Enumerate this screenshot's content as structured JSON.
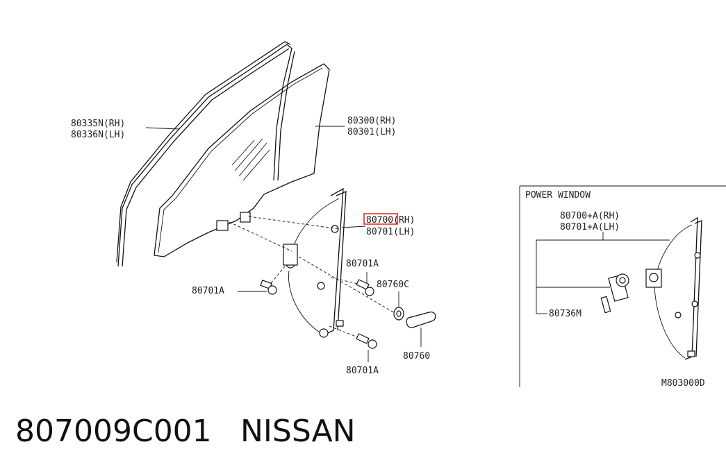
{
  "diagram": {
    "labels": {
      "weatherstrip_rh": "80335N(RH)",
      "weatherstrip_lh": "80336N(LH)",
      "glass_rh": "80300(RH)",
      "glass_lh": "80301(LH)",
      "regulator_rh": "80700(RH)",
      "regulator_lh": "80701(LH)",
      "bolt_left": "80701A",
      "bolt_upper": "80701A",
      "bolt_lower": "80701A",
      "handle_washer": "80760C",
      "handle": "80760"
    },
    "highlight_color": "#e02020"
  },
  "inset": {
    "title": "POWER WINDOW",
    "regulator_rh": "80700+A(RH)",
    "regulator_lh": "80701+A(LH)",
    "motor": "80736M",
    "code": "M803000D"
  },
  "footer": {
    "part_number": "807009C001",
    "brand": "NISSAN"
  }
}
